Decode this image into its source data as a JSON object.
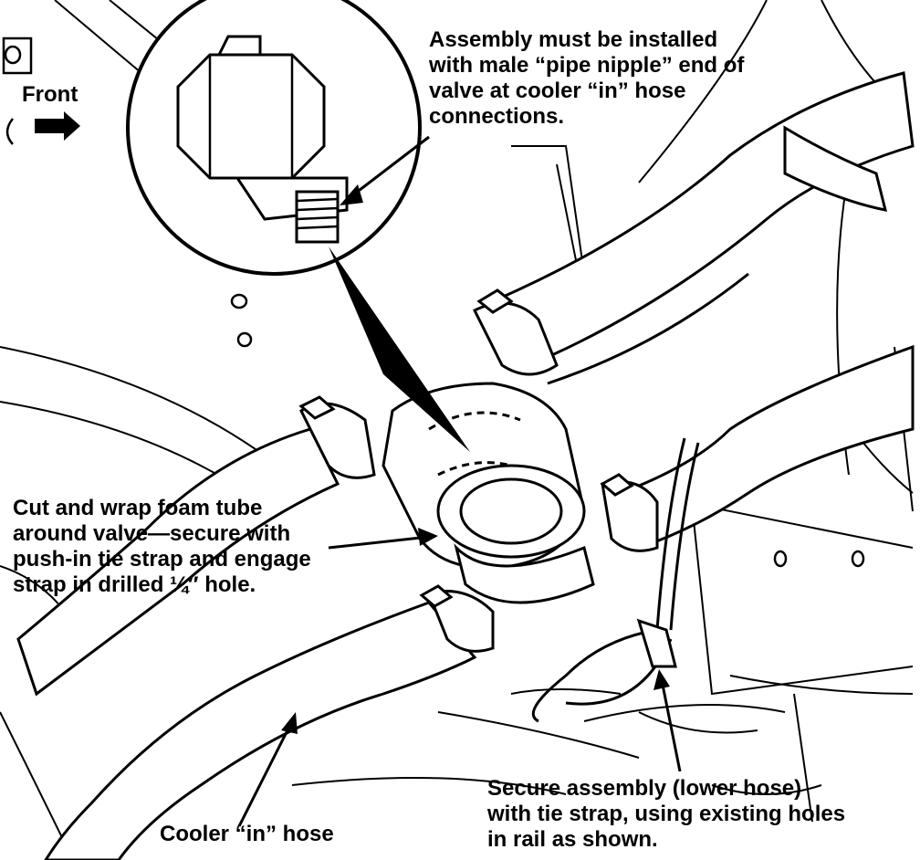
{
  "labels": {
    "front": "Front",
    "assembly": [
      "Assembly must be installed",
      "with male “pipe nipple” end of",
      "valve at cooler “in” hose",
      "connections."
    ],
    "cut_wrap": [
      "Cut and wrap foam tube",
      "around valve—secure with",
      "push-in tie strap and engage",
      "strap in drilled ¼″ hole."
    ],
    "secure": [
      "Secure assembly (lower hose)",
      "with tie strap, using existing holes",
      "in rail as shown."
    ],
    "cooler_in": "Cooler “in” hose"
  }
}
